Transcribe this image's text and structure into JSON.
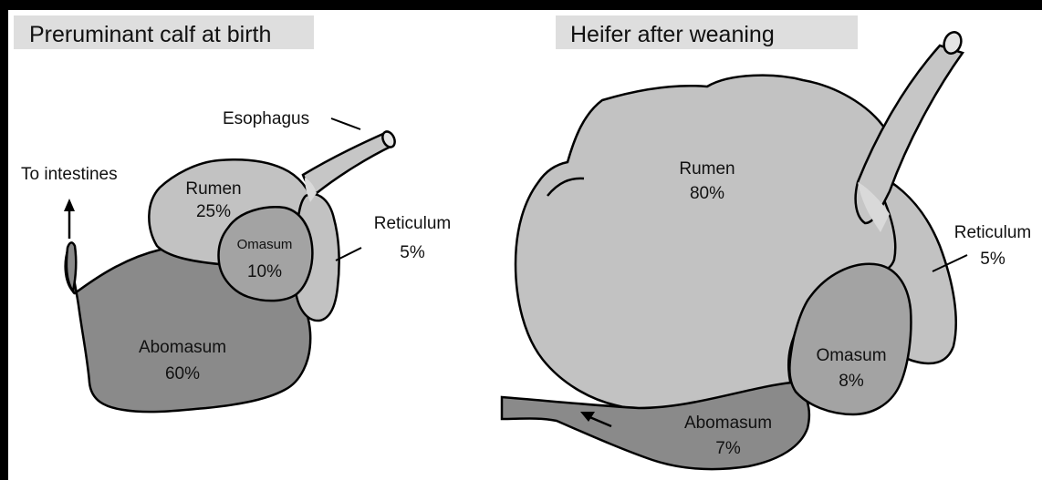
{
  "panels": [
    {
      "title": "Preruminant calf at birth",
      "labels": {
        "esophagus": "Esophagus",
        "intestines": "To intestines",
        "rumen_name": "Rumen",
        "rumen_pct": "25%",
        "omasum_name": "Omasum",
        "omasum_pct": "10%",
        "reticulum_name": "Reticulum",
        "reticulum_pct": "5%",
        "abomasum_name": "Abomasum",
        "abomasum_pct": "60%"
      }
    },
    {
      "title": "Heifer after weaning",
      "labels": {
        "rumen_name": "Rumen",
        "rumen_pct": "80%",
        "reticulum_name": "Reticulum",
        "reticulum_pct": "5%",
        "omasum_name": "Omasum",
        "omasum_pct": "8%",
        "abomasum_name": "Abomasum",
        "abomasum_pct": "7%"
      }
    }
  ],
  "colors": {
    "background": "#ffffff",
    "frame": "#000000",
    "title_band": "#dedede",
    "rumen_fill": "#c2c2c2",
    "reticulum_fill": "#c2c2c2",
    "esophagus_fill": "#c6c6c6",
    "esophagus_highlight": "#d9d9d9",
    "omasum_fill": "#a3a3a3",
    "abomasum_fill": "#8a8a8a",
    "outline": "#000000"
  }
}
